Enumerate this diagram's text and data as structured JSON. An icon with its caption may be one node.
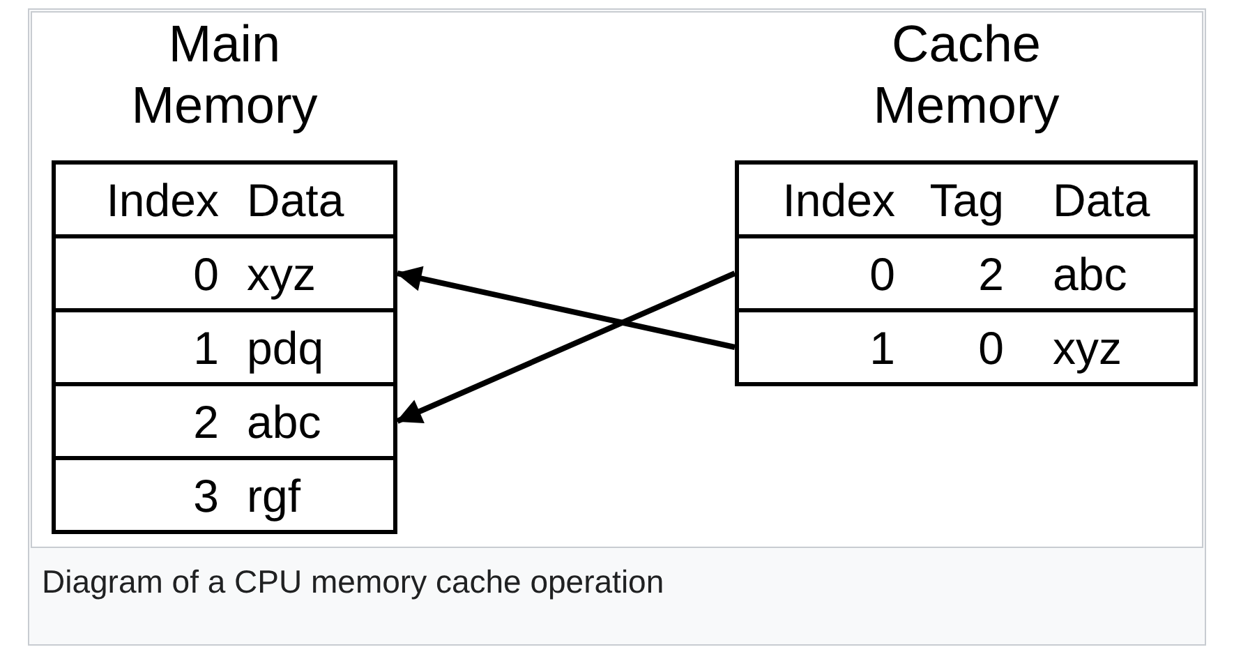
{
  "diagram": {
    "nodes": [
      {
        "text": [
          "Main Memory"
        ]
      },
      {
        "text": [
          "Index",
          "Data"
        ],
        "in": 0
      },
      {
        "text": [
          "0",
          "xyz"
        ],
        "in": 0
      },
      {
        "text": [
          "1",
          "pdq"
        ],
        "in": 0
      },
      {
        "text": [
          "2",
          "abc"
        ],
        "in": 0
      },
      {
        "text": [
          "3",
          "rgf"
        ],
        "in": 0
      },
      {
        "text": [
          "Cache Memory"
        ]
      },
      {
        "text": [
          "Index",
          "Tag",
          "Data"
        ],
        "in": 6
      },
      {
        "text": [
          "0",
          "2",
          "abc"
        ],
        "in": 6
      },
      {
        "text": [
          "1",
          "0",
          "xyz"
        ],
        "in": 6
      }
    ],
    "edges": [
      {
        "from": 9,
        "to": 2,
        "arrow": "to"
      },
      {
        "from": 8,
        "to": 4,
        "arrow": "to"
      }
    ],
    "caption": "Diagram of a CPU memory cache operation"
  }
}
